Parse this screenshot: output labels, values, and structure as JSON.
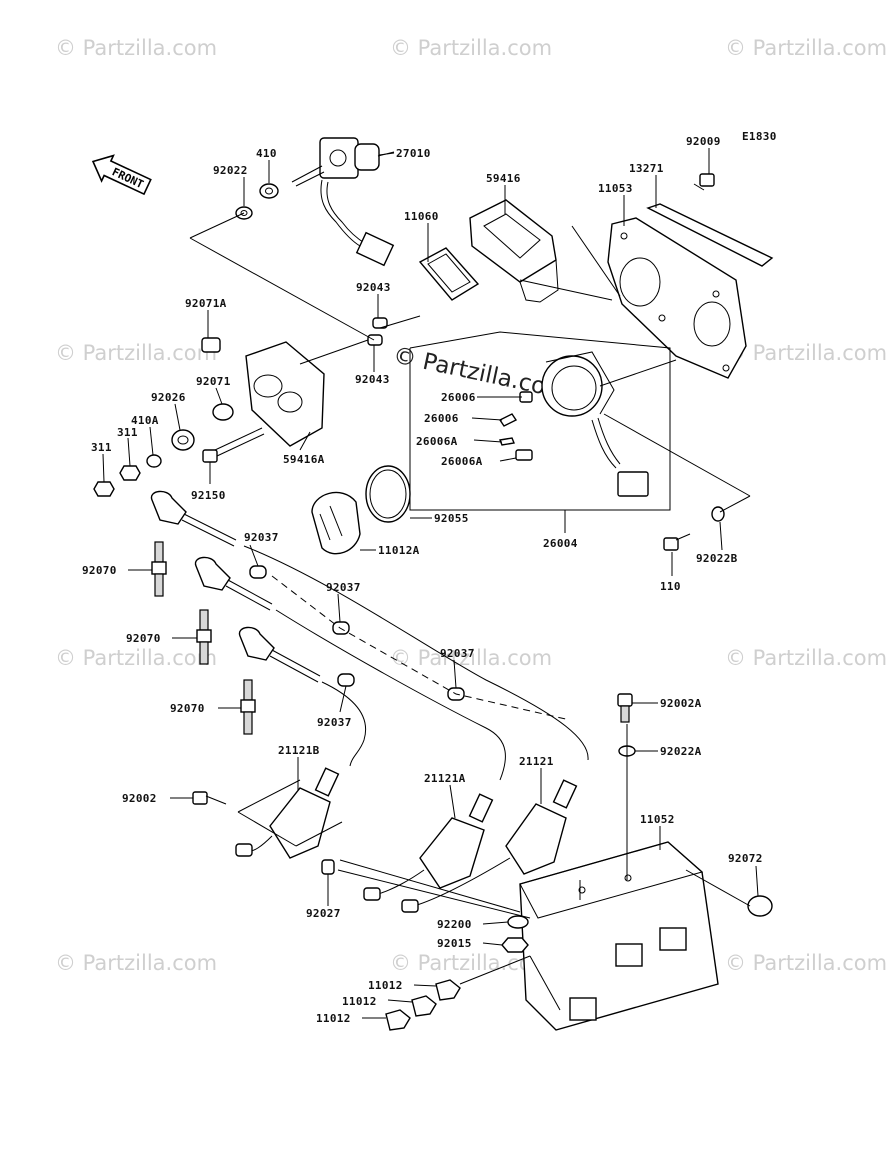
{
  "diagram_code": "E1830",
  "front_indicator": "FRONT",
  "watermark": "© Partzilla.com",
  "center_watermark": "© Partzilla.com",
  "labels": {
    "p27010": "27010",
    "p410": "410",
    "p92022": "92022",
    "p59416": "59416",
    "p11060": "11060",
    "p92009": "92009",
    "p13271": "13271",
    "p11053": "11053",
    "p92043a": "92043",
    "p92043b": "92043",
    "p92071A": "92071A",
    "p92071": "92071",
    "p92026": "92026",
    "p410A": "410A",
    "p311a": "311",
    "p311b": "311",
    "p59416A": "59416A",
    "p92150": "92150",
    "p26006a": "26006",
    "p26006b": "26006",
    "p26006Aa": "26006A",
    "p26006Ab": "26006A",
    "p92055": "92055",
    "p26004": "26004",
    "p11012A": "11012A",
    "p110": "110",
    "p92022B": "92022B",
    "p92037a": "92037",
    "p92037b": "92037",
    "p92037c": "92037",
    "p92037d": "92037",
    "p92070a": "92070",
    "p92070b": "92070",
    "p92070c": "92070",
    "p92002A": "92002A",
    "p92022A": "92022A",
    "p21121B": "21121B",
    "p21121A": "21121A",
    "p21121": "21121",
    "p92002": "92002",
    "p11052": "11052",
    "p92072": "92072",
    "p92027": "92027",
    "p92200": "92200",
    "p92015": "92015",
    "p11012a": "11012",
    "p11012b": "11012",
    "p11012c": "11012"
  }
}
